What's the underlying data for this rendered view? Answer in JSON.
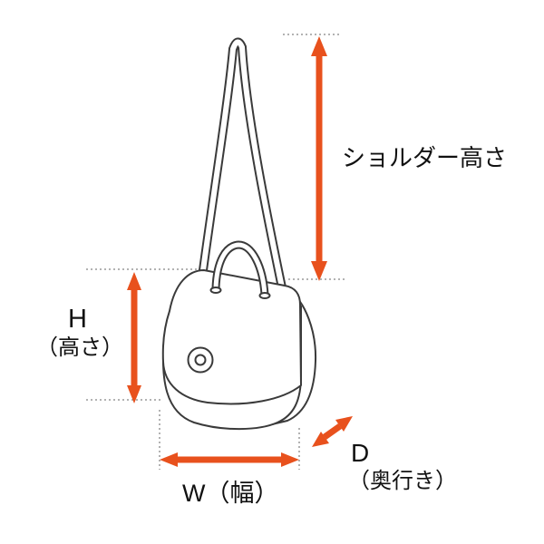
{
  "colors": {
    "accent": "#e8511d",
    "line": "#3a3a3a",
    "guide": "#999999",
    "background": "#ffffff"
  },
  "labels": {
    "shoulder_height": "ショルダー高さ",
    "height_letter": "H",
    "height_sub": "（高さ）",
    "width": "W（幅）",
    "depth_letter": "D",
    "depth_sub": "（奥行き）"
  }
}
